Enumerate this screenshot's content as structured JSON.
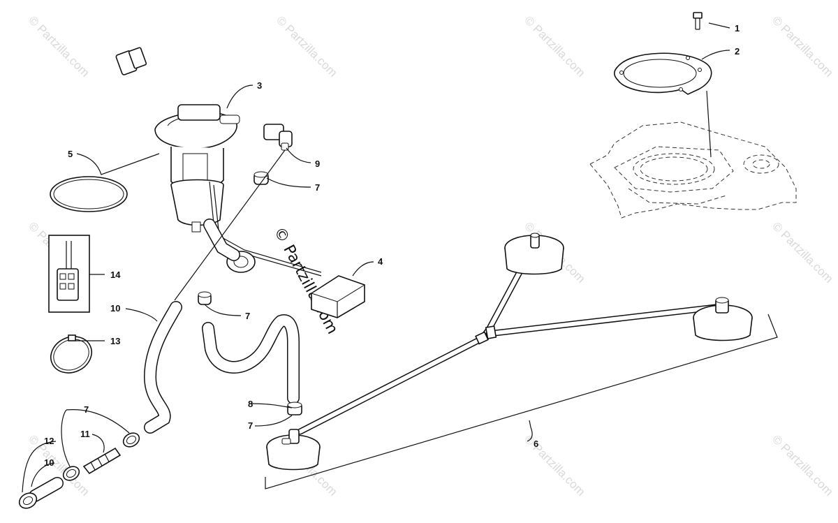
{
  "watermark": {
    "tile_text": "© Partzilla.com",
    "center_text": "© Partzilla.com"
  },
  "callouts": [
    {
      "id": "c1",
      "label": "1"
    },
    {
      "id": "c2",
      "label": "2"
    },
    {
      "id": "c3",
      "label": "3"
    },
    {
      "id": "c4",
      "label": "4"
    },
    {
      "id": "c5",
      "label": "5"
    },
    {
      "id": "c6",
      "label": "6"
    },
    {
      "id": "c7a",
      "label": "7"
    },
    {
      "id": "c7b",
      "label": "7"
    },
    {
      "id": "c7c",
      "label": "7"
    },
    {
      "id": "c7d",
      "label": "7"
    },
    {
      "id": "c8",
      "label": "8"
    },
    {
      "id": "c9",
      "label": "9"
    },
    {
      "id": "c10a",
      "label": "10"
    },
    {
      "id": "c10b",
      "label": "10"
    },
    {
      "id": "c11",
      "label": "11"
    },
    {
      "id": "c12",
      "label": "12"
    },
    {
      "id": "c13",
      "label": "13"
    },
    {
      "id": "c14",
      "label": "14"
    }
  ],
  "colors": {
    "line": "#111111",
    "watermark": "#d9d9d9",
    "background": "#ffffff"
  }
}
